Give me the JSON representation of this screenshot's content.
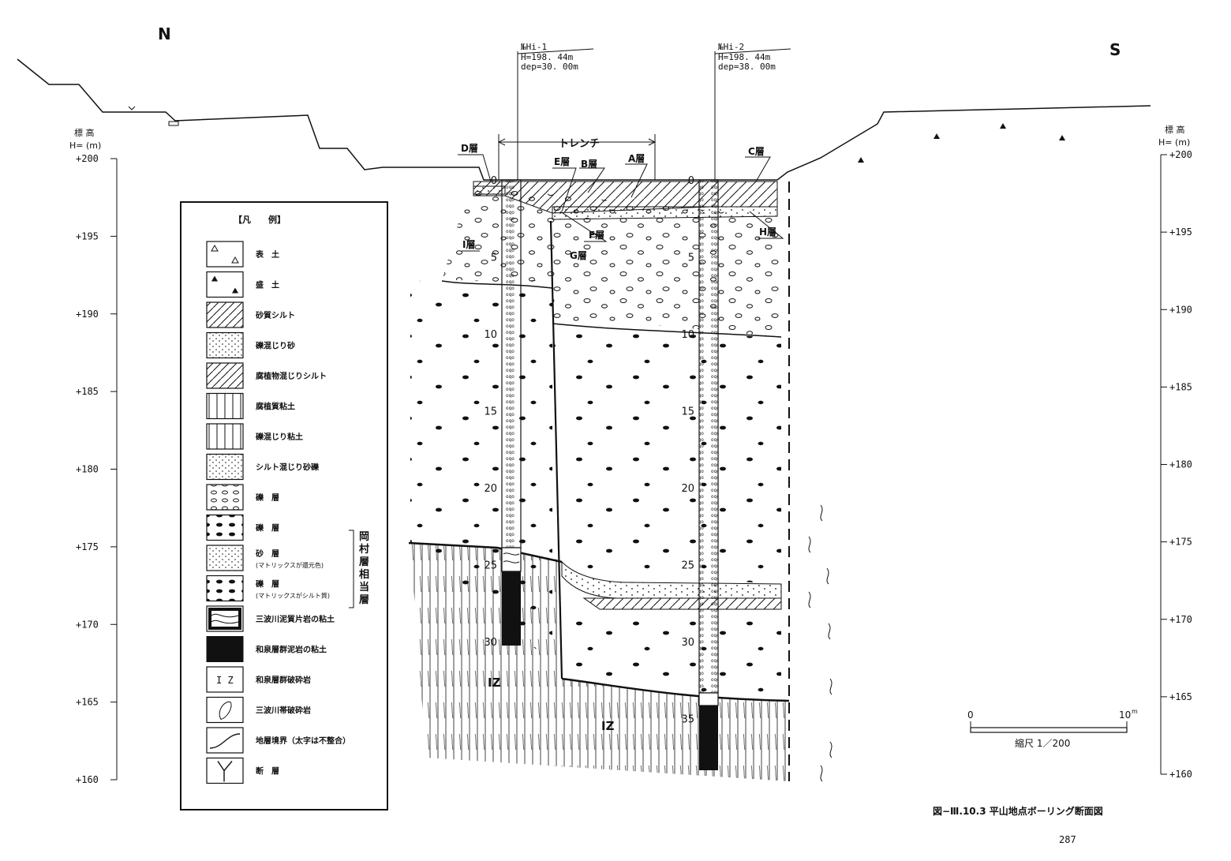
{
  "compass": {
    "north": "N",
    "south": "S"
  },
  "elevation_axis": {
    "label_line1": "標 高",
    "label_line2": "H= (m)",
    "ticks": [
      "+200",
      "+195",
      "+190",
      "+185",
      "+180",
      "+175",
      "+170",
      "+165",
      "+160"
    ]
  },
  "boreholes": [
    {
      "name": "№Hi-1",
      "elevation": "H=198. 44m",
      "depth": "dep=30. 00m",
      "depth_marks": [
        "0",
        "5",
        "10",
        "15",
        "20",
        "25",
        "30"
      ]
    },
    {
      "name": "№Hi-2",
      "elevation": "H=198. 44m",
      "depth": "dep=38. 00m",
      "depth_marks": [
        "0",
        "5",
        "10",
        "15",
        "20",
        "25",
        "30",
        "35"
      ]
    }
  ],
  "trench_label": "トレンチ",
  "layer_labels": {
    "A": "A層",
    "B": "B層",
    "C": "C層",
    "D": "D層",
    "E": "E層",
    "F": "F層",
    "G": "G層",
    "H": "H層",
    "I": "I層"
  },
  "iz_label": "IZ",
  "legend": {
    "title": "【凡　　例】",
    "items": [
      {
        "label": "表　土",
        "sub": ""
      },
      {
        "label": "盛　土",
        "sub": ""
      },
      {
        "label": "砂質シルト",
        "sub": ""
      },
      {
        "label": "礫混じり砂",
        "sub": ""
      },
      {
        "label": "腐植物混じりシルト",
        "sub": ""
      },
      {
        "label": "腐植質粘土",
        "sub": ""
      },
      {
        "label": "礫混じり粘土",
        "sub": ""
      },
      {
        "label": "シルト混じり砂礫",
        "sub": ""
      },
      {
        "label": "礫　層",
        "sub": ""
      },
      {
        "label": "礫　層",
        "sub": ""
      },
      {
        "label": "砂　層",
        "sub": "(マトリックスが還元色)"
      },
      {
        "label": "礫　層",
        "sub": "(マトリックスがシルト質)"
      },
      {
        "label": "三波川泥質片岩の粘土",
        "sub": ""
      },
      {
        "label": "和泉層群泥岩の粘土",
        "sub": ""
      },
      {
        "label": "和泉層群破砕岩",
        "sub": ""
      },
      {
        "label": "三波川帯破砕岩",
        "sub": ""
      },
      {
        "label": "地層境界（太字は不整合）",
        "sub": ""
      },
      {
        "label": "断　層",
        "sub": ""
      }
    ],
    "iz_swatch": "I Z",
    "group_label": "岡村層相当層"
  },
  "scale_bar": {
    "start": "0",
    "end": "10",
    "unit": "m",
    "caption": "縮尺 1／200"
  },
  "figure_caption": "図−Ⅲ.10.3 平山地点ボーリング断面図",
  "page_number": "287"
}
